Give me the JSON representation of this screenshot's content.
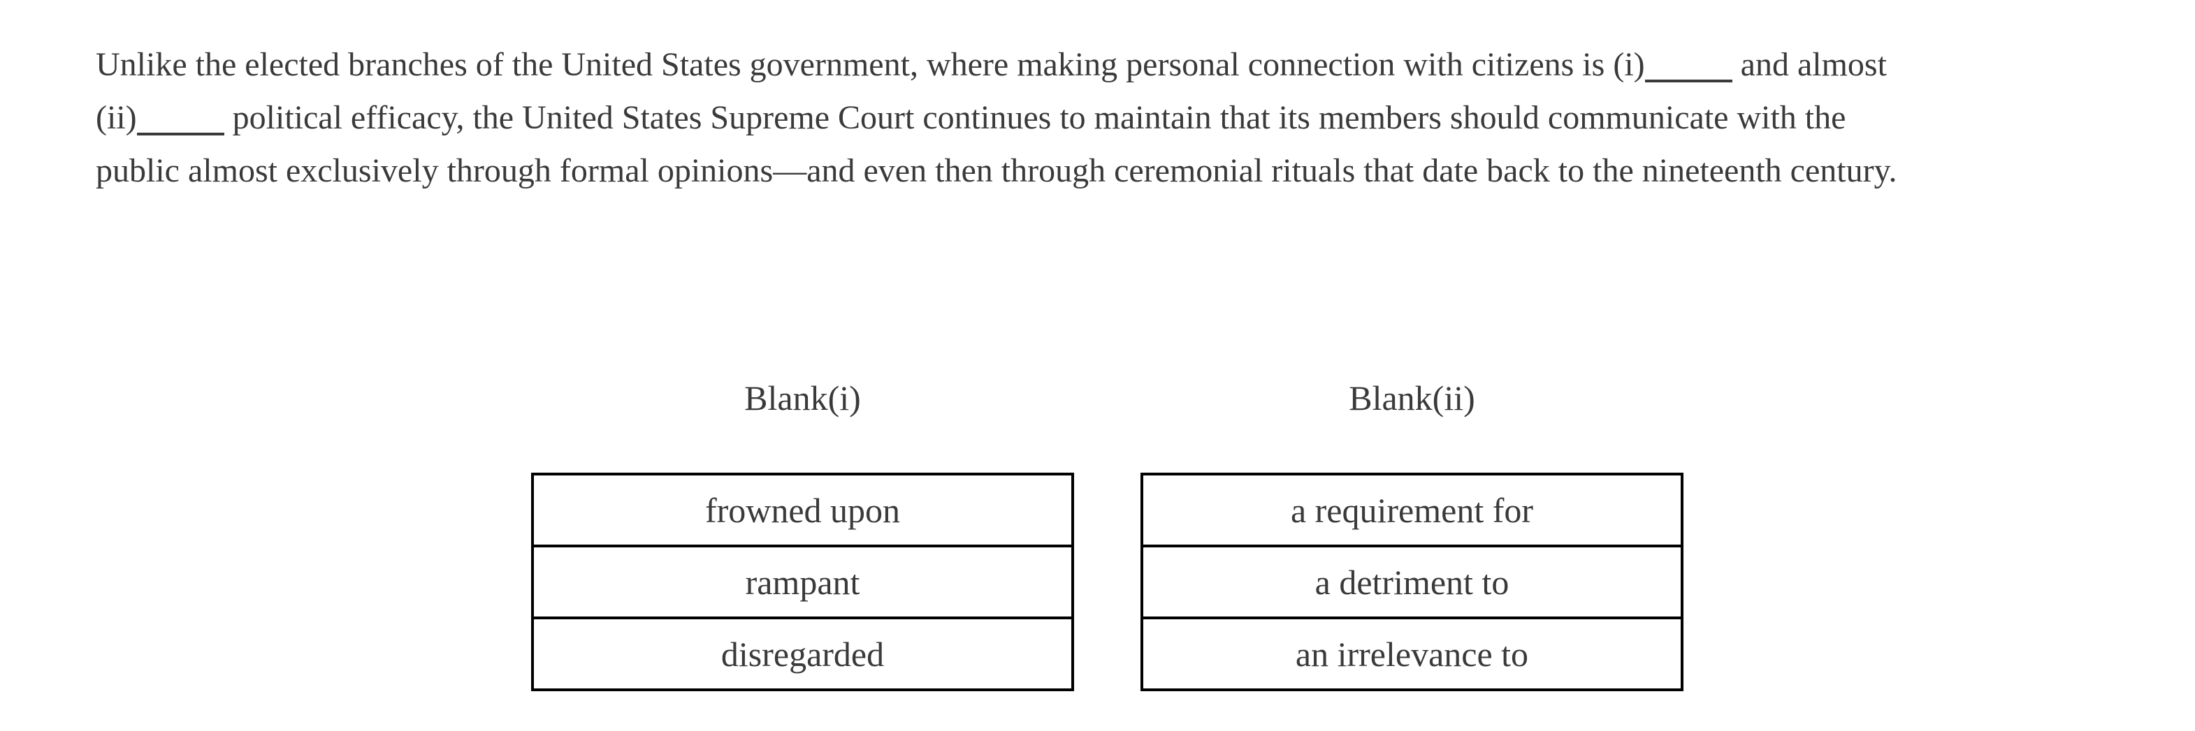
{
  "page": {
    "background": "#ffffff",
    "text_color": "#3a3a3a",
    "table_border_color": "#000000"
  },
  "passage": {
    "line1_pre": "Unlike the elected branches of the United States government, where making personal connection with citizens is ",
    "blank1_label": "(i)",
    "line1_post": " and almost",
    "blank2_label": "(ii)",
    "line2_post": " political efficacy, the United States Supreme Court continues to maintain that its members should communicate with the",
    "line3": "public almost exclusively through formal opinions—and even then through ceremonial rituals that date back to the nineteenth century."
  },
  "blanks": [
    {
      "header": "Blank(i)",
      "options": [
        "frowned upon",
        "rampant",
        "disregarded"
      ]
    },
    {
      "header": "Blank(ii)",
      "options": [
        "a requirement for",
        "a detriment to",
        "an irrelevance to"
      ]
    }
  ]
}
